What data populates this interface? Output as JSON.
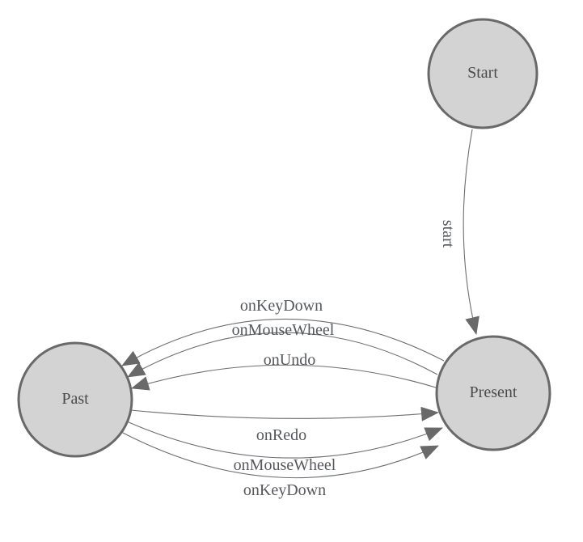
{
  "diagram": {
    "kind": "finite-state-machine",
    "nodes": [
      {
        "id": "start",
        "label": "Start"
      },
      {
        "id": "present",
        "label": "Present"
      },
      {
        "id": "past",
        "label": "Past"
      }
    ],
    "edges": [
      {
        "from": "start",
        "to": "present",
        "label": "start"
      },
      {
        "from": "present",
        "to": "past",
        "label": "onKeyDown"
      },
      {
        "from": "present",
        "to": "past",
        "label": "onMouseWheel"
      },
      {
        "from": "present",
        "to": "past",
        "label": "onUndo"
      },
      {
        "from": "past",
        "to": "present",
        "label": "onRedo"
      },
      {
        "from": "past",
        "to": "present",
        "label": "onMouseWheel"
      },
      {
        "from": "past",
        "to": "present",
        "label": "onKeyDown"
      }
    ],
    "colors": {
      "background": "#ffffff",
      "node_fill": "#d3d3d3",
      "node_stroke": "#696969",
      "edge_stroke": "#6f6f6f",
      "arrowhead_fill": "#696969",
      "label_text": "#55585c"
    }
  }
}
